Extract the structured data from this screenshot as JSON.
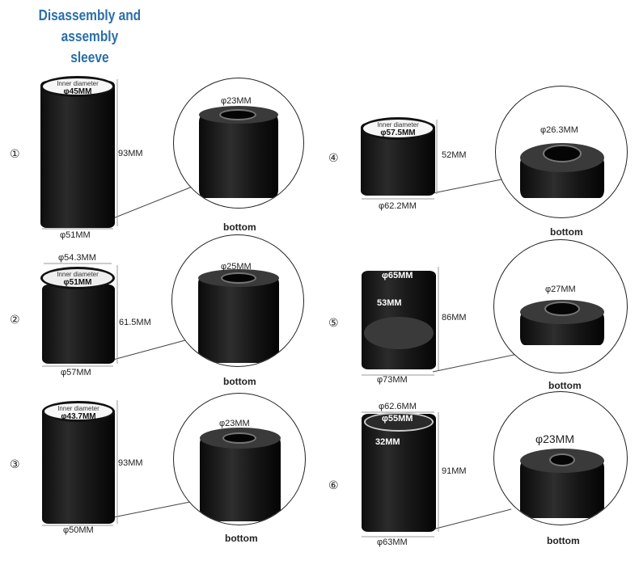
{
  "title_line1": "Disassembly and assembly",
  "title_line2": "sleeve",
  "items": [
    {
      "num": "①",
      "inner_label": "Inner diameter",
      "inner_dia": "φ45MM",
      "height": "93MM",
      "outer": "φ51MM",
      "bottom_dia": "φ23MM",
      "bottom_label": "bottom"
    },
    {
      "num": "②",
      "top_outer": "φ54.3MM",
      "inner_label": "Inner diameter",
      "inner_dia": "φ51MM",
      "height": "61.5MM",
      "outer": "φ57MM",
      "bottom_dia": "φ25MM",
      "bottom_label": "bottom"
    },
    {
      "num": "③",
      "inner_label": "Inner diameter",
      "inner_dia": "φ43.7MM",
      "height": "93MM",
      "outer": "φ50MM",
      "bottom_dia": "φ23MM",
      "bottom_label": "bottom"
    },
    {
      "num": "④",
      "inner_label": "Inner diameter",
      "inner_dia": "φ57.5MM",
      "height": "52MM",
      "outer": "φ62.2MM",
      "bottom_dia": "φ26.3MM",
      "bottom_label": "bottom"
    },
    {
      "num": "⑤",
      "inner_dia": "φ65MM",
      "slot": "53MM",
      "height": "86MM",
      "outer": "φ73MM",
      "bottom_dia": "φ27MM",
      "bottom_label": "bottom"
    },
    {
      "num": "⑥",
      "top_outer": "φ62.6MM",
      "inner_dia": "φ55MM",
      "slot": "32MM",
      "height": "91MM",
      "outer": "φ63MM",
      "bottom_dia": "φ23MM",
      "bottom_label": "bottom"
    }
  ]
}
